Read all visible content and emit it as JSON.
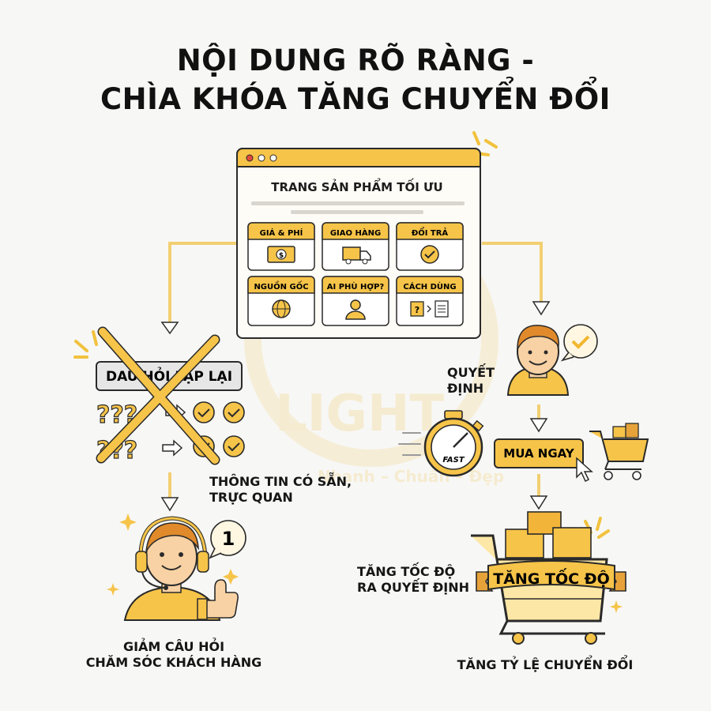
{
  "title": {
    "line1": "NỘI DUNG RÕ RÀNG -",
    "line2": "CHÌA KHÓA TĂNG CHUYỂN ĐỔI"
  },
  "product_page": {
    "heading": "TRANG SẢN PHẨM TỐI ƯU",
    "cards": [
      {
        "label": "GIÁ & PHÍ",
        "icon": "money-icon"
      },
      {
        "label": "GIAO HÀNG",
        "icon": "delivery-truck-icon"
      },
      {
        "label": "ĐỔI TRẢ",
        "icon": "return-check-icon"
      },
      {
        "label": "NGUỒN GỐC",
        "icon": "globe-icon"
      },
      {
        "label": "AI PHÙ HỢP?",
        "icon": "person-icon"
      },
      {
        "label": "CÁCH DÙNG",
        "icon": "question-to-document-icon"
      }
    ]
  },
  "left_flow": {
    "repeated_questions": "DAU HỎI LẶP LẠI",
    "available_info": {
      "line1": "THÔNG TIN CÓ SẴN,",
      "line2": "TRỰC QUAN"
    },
    "support_badge": "1",
    "result": {
      "line1": "GIẢM CÂU HỎI",
      "line2": "CHĂM SÓC KHÁCH HÀNG"
    }
  },
  "right_flow": {
    "decision": {
      "line1": "QUYẾT",
      "line2": "ĐỊNH"
    },
    "stopwatch_text": "FAST",
    "buy_now": "MUA NGAY",
    "speed_banner": "TĂNG TỐC ĐỘ",
    "speed_caption": {
      "line1": "TĂNG TỐC ĐỘ",
      "line2": "RA QUYẾT ĐỊNH"
    },
    "result": "TĂNG TỶ LỆ CHUYỂN ĐỔI"
  },
  "watermark": {
    "logo": "LIGHT",
    "tagline": "Nhanh – Chuẩn – Đẹp"
  },
  "colors": {
    "accent": "#f7c548",
    "accent_light": "#fde7a6",
    "outline": "#2a2a2a",
    "arrow": "#f3d27a"
  }
}
